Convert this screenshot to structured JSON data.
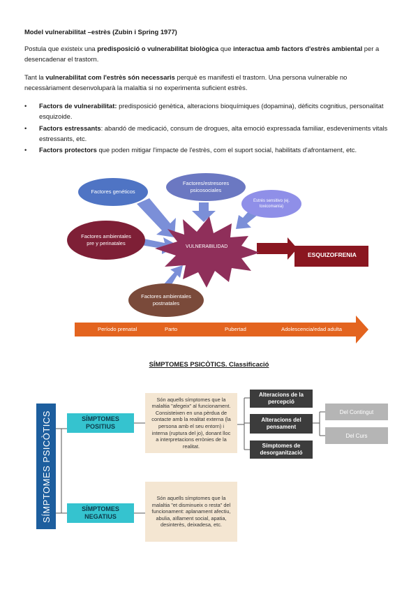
{
  "heading": "Model vulnerabilitat –estrès (Zubin i Spring 1977)",
  "para1": {
    "pre": "Postula que existeix una ",
    "b1": "predisposició o vulnerabilitat biològica",
    "mid": " que ",
    "b2": "interactua amb factors d'estrès ambiental",
    "post": " per a desencadenar el trastorn."
  },
  "para2": {
    "pre": "Tant la ",
    "b1": "vulnerabilitat com l'estrès són necessaris",
    "post": " perquè es manifesti el trastorn. Una persona vulnerable no necessàriament desenvoluparà la malaltia si no experimenta suficient estrès."
  },
  "bullets": [
    {
      "marker": "•",
      "bold": "Factors de vulnerabilitat:",
      "text": " predisposició genètica, alteracions bioquímiques (dopamina), dèficits cognitius, personalitat esquizoide."
    },
    {
      "marker": "•",
      "bold": "Factors estressants",
      "text": ": abandó de medicació, consum de drogues, alta emoció expressada familiar, esdeveniments vitals estressants, etc."
    },
    {
      "marker": "•",
      "bold": "Factors protectors",
      "text": " que poden mitigar l'impacte de l'estrès, com el suport social, habilitats d'afrontament, etc."
    }
  ],
  "diagram": {
    "genetic": "Factores genéticos",
    "stressors": "Factores/estresores psicosociales",
    "sensitive": "Estrés sensitivo (ej. toxicomanía)",
    "ambient_pre": "Factores ambientales pre y perinatales",
    "center": "VULNERABILIDAD",
    "outcome": "ESQUIZOFRENIA",
    "ambient_post": "Factores ambientales postnatales",
    "timeline": [
      "Período prenatal",
      "Parto",
      "Pubertad",
      "Adolescencia/edad adulta"
    ]
  },
  "section_title": "SÍMPTOMES PSICÒTICS. Classificació",
  "class": {
    "side": "SÍMPTOMES PSICÒTICS",
    "positive": {
      "label": "SÍMPTOMES POSITIUS",
      "desc": "Són aquells símptomes que la malaltia \"afegeix\" al funcionament. Consisteixen en una pèrdua de contacte amb la realitat externa (la persona amb el seu entorn) i interna (ruptura del jo), donant lloc a interpretacions errònies de la realitat."
    },
    "negative": {
      "label": "SÍMPTOMES NEGATIUS",
      "desc": "Són aquells símptomes que la malaltia \"et disminueix o resta\" del funcionament: aplanament afectiu, abulia, aïllament social, apatia, desinterès, deixadesa, etc."
    },
    "types": [
      "Alteracions de la percepció",
      "Alteracions del pensament",
      "Símptomes de desorganització"
    ],
    "sub": [
      "Del Contingut",
      "Del Curs"
    ]
  },
  "colors": {
    "teal": "#35c3cf",
    "navy": "#1d5e9e",
    "beige": "#f4e6d2",
    "dark": "#3c3c3c",
    "grey": "#b5b5b5",
    "star": "#8f2f5a",
    "blue_ellipse": "#4f74c4",
    "maroon": "#7e1f36",
    "lavender": "#8f8fe8",
    "brown": "#7a4a3a",
    "red": "#8a1620",
    "orange": "#e3641f"
  }
}
